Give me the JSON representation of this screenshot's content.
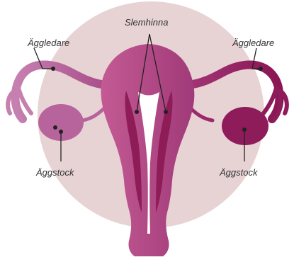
{
  "diagram": {
    "labels": {
      "mucosa": "Slemhinna",
      "tube_left": "Äggledare",
      "tube_right": "Äggledare",
      "ovary_left": "Äggstock",
      "ovary_right": "Äggstock"
    },
    "colors": {
      "background_circle": "#e8d3d4",
      "uterus_light": "#c35a94",
      "uterus_mid": "#a8397a",
      "mucosa_dark": "#8e1c57",
      "tube_left": "#b55d98",
      "tube_right": "#8e1c5a",
      "leader": "#222222"
    }
  }
}
